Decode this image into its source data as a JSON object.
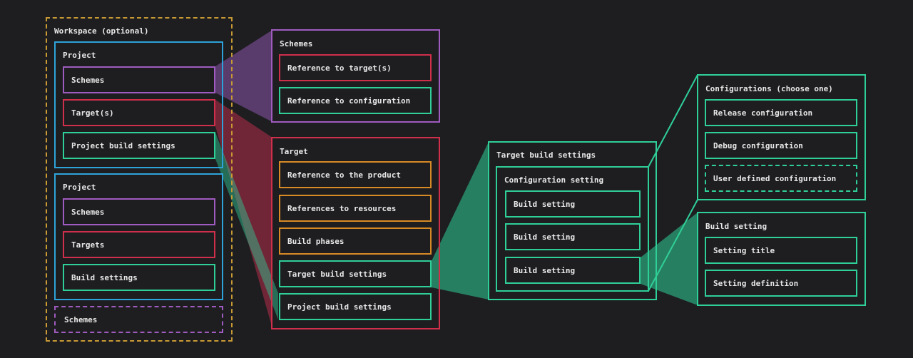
{
  "workspace": {
    "title": "Workspace (optional)",
    "project1": {
      "title": "Project",
      "items": [
        "Schemes",
        "Target(s)",
        "Project build settings"
      ]
    },
    "project2": {
      "title": "Project",
      "items": [
        "Schemes",
        "Targets",
        "Build settings"
      ]
    },
    "schemes": "Schemes"
  },
  "schemes_panel": {
    "title": "Schemes",
    "items": [
      "Reference to target(s)",
      "Reference to configuration"
    ]
  },
  "target_panel": {
    "title": "Target",
    "items": [
      "Reference to the product",
      "References to resources",
      "Build phases",
      "Target build settings",
      "Project build settings"
    ]
  },
  "target_build_settings": {
    "title": "Target build settings",
    "config_setting": {
      "title": "Configuration setting",
      "items": [
        "Build setting",
        "Build setting",
        "Build setting"
      ]
    }
  },
  "configurations": {
    "title": "Configurations (choose one)",
    "items": [
      "Release configuration",
      "Debug configuration",
      "User defined configuration"
    ]
  },
  "build_setting_panel": {
    "title": "Build setting",
    "items": [
      "Setting title",
      "Setting definition"
    ]
  },
  "colors": {
    "background": "#1e1e21",
    "purple": "#a05bc0",
    "red": "#d02f4c",
    "green": "#2fcf98",
    "blue": "#2ea3d9",
    "orange": "#d88a25",
    "yellow": "#c89a34"
  }
}
